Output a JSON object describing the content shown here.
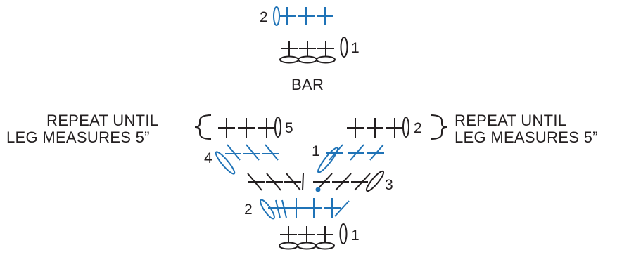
{
  "colors": {
    "black_stitches": "#231f20",
    "blue_stitches": "#1f73b7",
    "background": "#ffffff"
  },
  "bar": {
    "title": "BAR",
    "row_1_label": "1",
    "row_2_label": "2"
  },
  "body_chart": {
    "row_1_label": "1",
    "row_2_label": "2",
    "row_3_label": "3",
    "row_4_label": "4",
    "row_5_label": "5",
    "left_leg_row_1_label": "1",
    "left_leg_row_2_label": "2",
    "left_note_line1": "REPEAT UNTIL",
    "left_note_line2": "LEG MEASURES 5”",
    "right_note_line1": "REPEAT UNTIL",
    "right_note_line2": "LEG MEASURES 5”"
  }
}
